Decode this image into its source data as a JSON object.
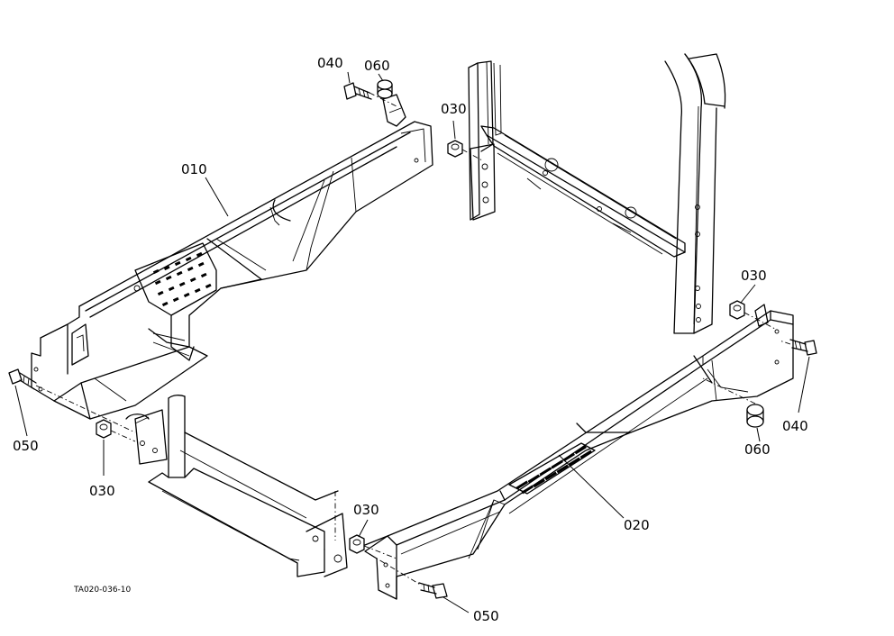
{
  "callouts": [
    {
      "id": "c010",
      "text": "010"
    },
    {
      "id": "c020",
      "text": "020"
    },
    {
      "id": "c030a",
      "text": "030"
    },
    {
      "id": "c030b",
      "text": "030"
    },
    {
      "id": "c030c",
      "text": "030"
    },
    {
      "id": "c030d",
      "text": "030"
    },
    {
      "id": "c040a",
      "text": "040"
    },
    {
      "id": "c040b",
      "text": "040"
    },
    {
      "id": "c050a",
      "text": "050"
    },
    {
      "id": "c050b",
      "text": "050"
    },
    {
      "id": "c060a",
      "text": "060"
    },
    {
      "id": "c060b",
      "text": "060"
    }
  ],
  "drawing_code": "TA020-036-10"
}
